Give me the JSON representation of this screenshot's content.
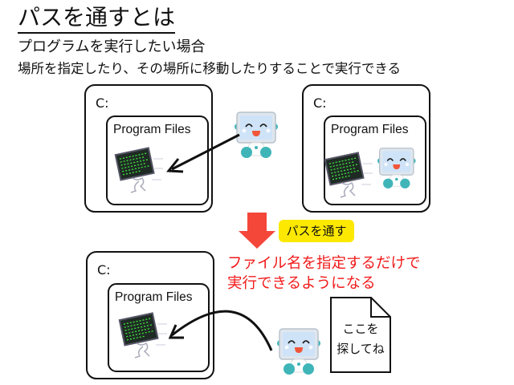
{
  "title": "パスを通すとは",
  "subtitle": "プログラムを実行したい場合",
  "description": "場所を指定したり、その場所に移動したりすることで実行できる",
  "panels": [
    {
      "drive": "C:",
      "folder": "Program Files"
    },
    {
      "drive": "C:",
      "folder": "Program Files"
    },
    {
      "drive": "C:",
      "folder": "Program Files"
    }
  ],
  "badge": "パスを通す",
  "result_line1": "ファイル名を指定するだけで",
  "result_line2": "実行できるようになる",
  "note": {
    "line1": "ここを",
    "line2": "探してね"
  },
  "colors": {
    "accent_red": "#f21b1b",
    "badge_yellow": "#fce800",
    "robot_teal": "#3fb5b8"
  }
}
